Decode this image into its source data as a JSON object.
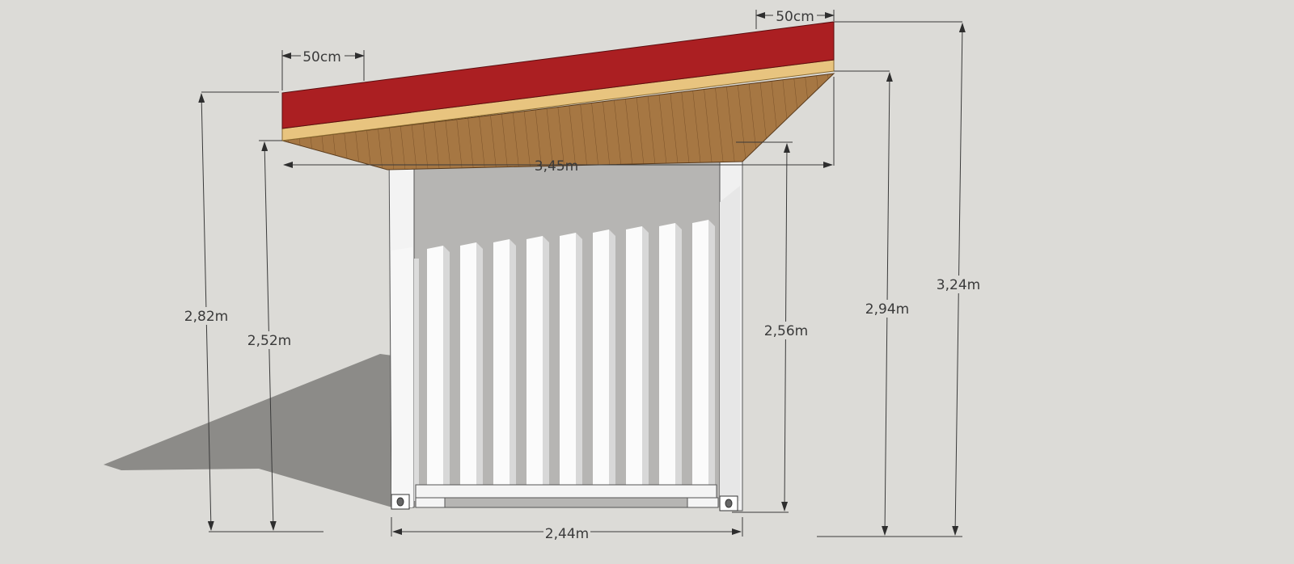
{
  "dimensions": {
    "roof_overhang_left": "50cm",
    "roof_overhang_right": "50cm",
    "roof_width": "3,45m",
    "left_outer_height": "2,82m",
    "left_inner_height": "2,52m",
    "container_height": "2,56m",
    "right_inner_height": "2,94m",
    "right_outer_height": "3,24m",
    "container_width": "2,44m"
  },
  "colors": {
    "background": "#dcdbd7",
    "roof_top": "#ab1f22",
    "roof_edge": "#e6c37e",
    "wood": "#a27442",
    "container": "#f6f6f6",
    "shadow": "#8c8b88"
  }
}
